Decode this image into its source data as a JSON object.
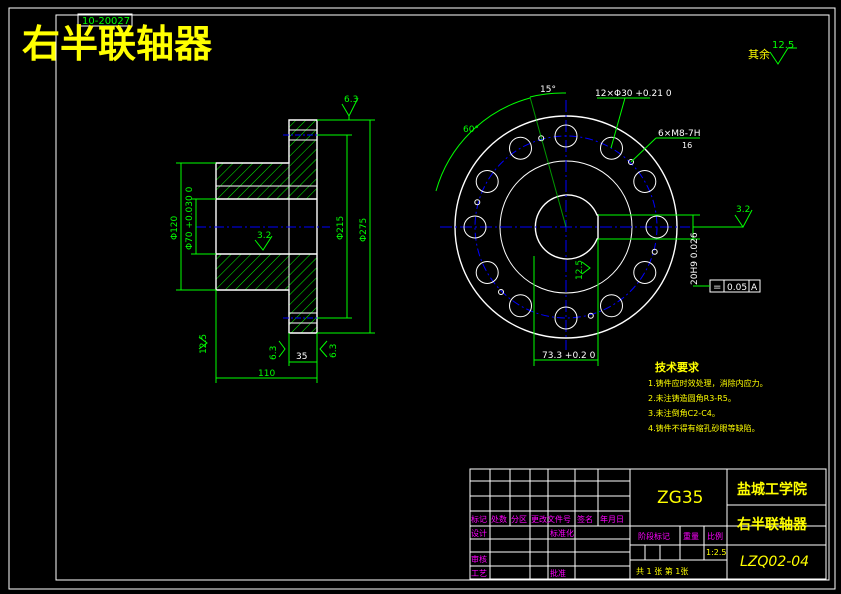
{
  "drawing": {
    "title": "右半联轴器",
    "label_top": "10-20027",
    "roughness_rest_label": "其余",
    "roughness_rest_value": "12.5"
  },
  "side_view": {
    "dims": {
      "d120": "Φ120",
      "d70": "Φ70 +0.030 0",
      "d215": "Φ215",
      "d275": "Φ275",
      "len110": "110",
      "len35": "35",
      "r63_top": "6.3",
      "r63_bl": "6.3",
      "r63_br": "6.3",
      "r32_bore": "3.2",
      "r125_left": "12.5"
    }
  },
  "front_view": {
    "dims": {
      "ang15": "15°",
      "ang60": "60°",
      "holes": "12×Φ30 +0.21 0",
      "thread": "6×M8-7H",
      "depth": "16",
      "key_w": "20H9 0.026",
      "key_h": "73.3 +0.2 0",
      "r32_right": "3.2",
      "r125_center": "12.5",
      "tol_sym": "=",
      "tol_val": "0.05",
      "tol_ref": "A"
    }
  },
  "tech_req": {
    "heading": "技术要求",
    "items": [
      "1.铸件应时效处理，消除内应力。",
      "2.未注铸造圆角R3-R5。",
      "3.未注倒角C2-C4。",
      "4.铸件不得有缩孔砂眼等缺陷。"
    ]
  },
  "title_block": {
    "material": "ZG35",
    "school": "盐城工学院",
    "part_name": "右半联轴器",
    "drawing_no": "LZQ02-04",
    "hdr_mark": "标记",
    "hdr_count": "处数",
    "hdr_zone": "分区",
    "hdr_doc": "更改文件号",
    "hdr_sign": "签名",
    "hdr_date": "年月日",
    "design": "设计",
    "standard": "标准化",
    "stage": "阶段标记",
    "weight": "重量",
    "scale": "比例",
    "scale_val": "1:2.5",
    "review": "审核",
    "process": "工艺",
    "approve": "批准",
    "sheets": "共 1 张  第 1张"
  }
}
